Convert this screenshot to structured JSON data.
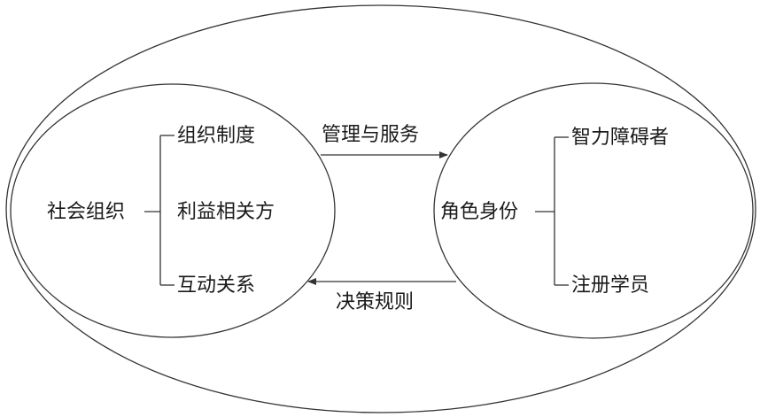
{
  "left_circle": {
    "root": "社会组织",
    "branches": [
      "组织制度",
      "利益相关方",
      "互动关系"
    ]
  },
  "right_circle": {
    "root": "角色身份",
    "branches": [
      "智力障碍者",
      "注册学员"
    ]
  },
  "arrows": {
    "top_label": "管理与服务",
    "bottom_label": "决策规则"
  },
  "colors": {
    "line": "#333333",
    "text": "#1a1a1a"
  }
}
